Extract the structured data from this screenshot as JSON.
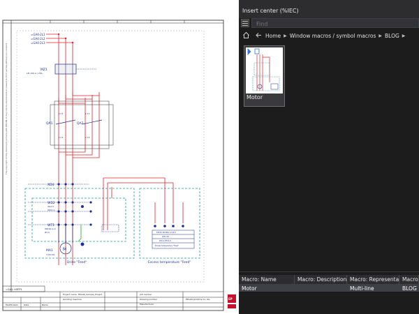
{
  "panel": {
    "title": "Insert center (%IEC)",
    "find_placeholder": "Find",
    "breadcrumbs": [
      "Home",
      "Window macros / symbol macros",
      "BLOG"
    ],
    "tile_label": "Motor",
    "table": {
      "headers": [
        "Macro: Name",
        "Macro: Description",
        "Macro: Representation",
        "Macro"
      ],
      "rows": [
        [
          "Motor",
          "",
          "Multi-line",
          "BLOG"
        ]
      ]
    }
  },
  "schematic": {
    "sources": [
      "=GA4-2L1",
      "=GA4-2L2",
      "=GA4-2L3"
    ],
    "device_labels": [
      "MZ1",
      "QA1",
      "QA2",
      "XD4",
      "WD2",
      "WT1",
      "MA1"
    ],
    "box_labels": [
      "Drive \"Feed\"",
      "Excess temperature \"Feed\""
    ],
    "footer": {
      "company": "EPLAN GmbH & Co. KG",
      "project": "EPLAN_Sample_Project",
      "title": "Grinding machine",
      "page_ref": "=GA1.+MFP1"
    }
  },
  "colors": {
    "wire": "#e0202a",
    "frame": "#1f9aa0",
    "ink": "#1b2f8f",
    "panel_bg": "#1c1c1c"
  }
}
